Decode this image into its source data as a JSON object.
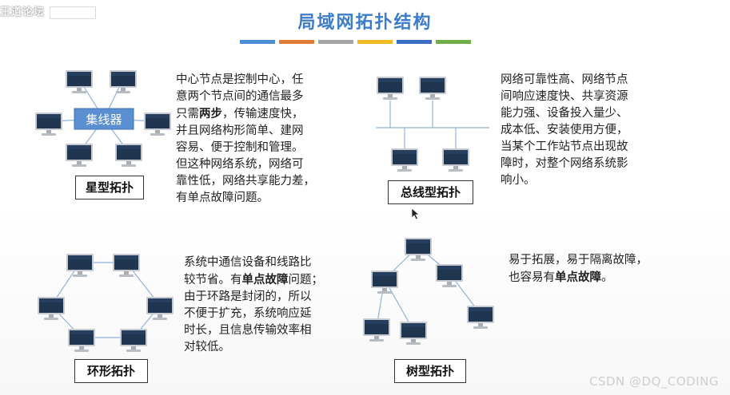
{
  "watermark_top": "王道论坛",
  "title": "局域网拓扑结构",
  "color_bar_colors": [
    "#4a8ed6",
    "#e07b38",
    "#a5a5a5",
    "#f2b922",
    "#3b6ec2",
    "#6fae47"
  ],
  "star": {
    "hub_label": "集线器",
    "label": "星型拓扑",
    "lines": [
      {
        "pre": "中心节点是控制中心，任",
        "bold": "",
        "post": ""
      },
      {
        "pre": "意两个节点间的通信最多",
        "bold": "",
        "post": ""
      },
      {
        "pre": "只需",
        "bold": "两步",
        "post": "，传输速度快，"
      },
      {
        "pre": "并且网络构形简单、建网",
        "bold": "",
        "post": ""
      },
      {
        "pre": "容易、便于控制和管理。",
        "bold": "",
        "post": ""
      },
      {
        "pre": "但这种网络系统，网络可",
        "bold": "",
        "post": ""
      },
      {
        "pre": "靠性低，网络共享能力差，",
        "bold": "",
        "post": ""
      },
      {
        "pre": "有单点故障问题。",
        "bold": "",
        "post": ""
      }
    ]
  },
  "bus": {
    "label": "总线型拓扑",
    "lines": [
      {
        "pre": "网络可靠性高、网络节点",
        "bold": "",
        "post": ""
      },
      {
        "pre": "间响应速度快、共享资源",
        "bold": "",
        "post": ""
      },
      {
        "pre": "能力强、设备投入量少、",
        "bold": "",
        "post": ""
      },
      {
        "pre": "成本低、安装使用方便，",
        "bold": "",
        "post": ""
      },
      {
        "pre": "当某个工作站节点出现故",
        "bold": "",
        "post": ""
      },
      {
        "pre": "障时，对整个网络系统影",
        "bold": "",
        "post": ""
      },
      {
        "pre": "响小。",
        "bold": "",
        "post": ""
      }
    ]
  },
  "ring": {
    "label": "环形拓扑",
    "lines": [
      {
        "pre": "系统中通信设备和线路比",
        "bold": "",
        "post": ""
      },
      {
        "pre": "较节省。有",
        "bold": "单点故障",
        "post": "问题；"
      },
      {
        "pre": "由于环路是封闭的，所以",
        "bold": "",
        "post": ""
      },
      {
        "pre": "不便于扩充，系统响应延",
        "bold": "",
        "post": ""
      },
      {
        "pre": "时长，且信息传输效率相",
        "bold": "",
        "post": ""
      },
      {
        "pre": "对较低。",
        "bold": "",
        "post": ""
      }
    ]
  },
  "tree": {
    "label": "树型拓扑",
    "lines": [
      {
        "pre": "易于拓展，易于隔离故障，",
        "bold": "",
        "post": ""
      },
      {
        "pre": "也容易有",
        "bold": "单点故障",
        "post": "。"
      }
    ]
  },
  "watermark_bottom": "CSDN @DQ_CODING"
}
